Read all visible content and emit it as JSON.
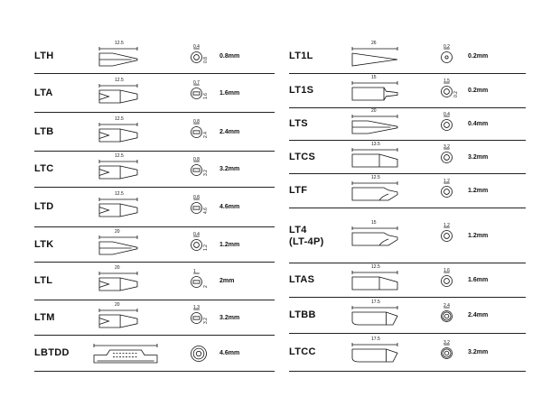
{
  "left_column": [
    {
      "code": "LTH",
      "length": "12.5",
      "dims": [
        "0.4",
        "0.8"
      ],
      "size": "0.8mm",
      "shape": "conical",
      "end": "ring"
    },
    {
      "code": "LTA",
      "length": "12.5",
      "dims": [
        "0.7",
        "1.6"
      ],
      "size": "1.6mm",
      "shape": "chisel",
      "end": "slot"
    },
    {
      "code": "LTB",
      "length": "12.5",
      "dims": [
        "0.8",
        "2.4"
      ],
      "size": "2.4mm",
      "shape": "chisel",
      "end": "slot"
    },
    {
      "code": "LTC",
      "length": "12.5",
      "dims": [
        "0.8",
        "3.2"
      ],
      "size": "3.2mm",
      "shape": "chisel",
      "end": "slot"
    },
    {
      "code": "LTD",
      "length": "12.5",
      "dims": [
        "0.8",
        "4.6"
      ],
      "size": "4.6mm",
      "shape": "chisel",
      "end": "slot"
    },
    {
      "code": "LTK",
      "length": "20",
      "dims": [
        "0.4",
        "1.2"
      ],
      "size": "1.2mm",
      "shape": "long-conical",
      "end": "ring"
    },
    {
      "code": "LTL",
      "length": "20",
      "dims": [
        "1",
        "2"
      ],
      "size": "2mm",
      "shape": "long-chisel",
      "end": "slot"
    },
    {
      "code": "LTM",
      "length": "20",
      "dims": [
        "1.3",
        "3.2"
      ],
      "size": "3.2mm",
      "shape": "long-chisel",
      "end": "slot"
    },
    {
      "code": "LBTDD",
      "length": "",
      "dims": [
        "",
        ""
      ],
      "size": "4.6mm",
      "shape": "block",
      "end": "concentric"
    }
  ],
  "right_column": [
    {
      "code": "LT1L",
      "alt": "",
      "length": "26",
      "dims": [
        "0.2",
        ""
      ],
      "size": "0.2mm",
      "shape": "needle",
      "end": "dot"
    },
    {
      "code": "LT1S",
      "alt": "",
      "length": "15",
      "dims": [
        "1.5",
        "0.2"
      ],
      "size": "0.2mm",
      "shape": "short-needle",
      "end": "ring"
    },
    {
      "code": "LTS",
      "alt": "",
      "length": "20",
      "dims": [
        "0.4",
        ""
      ],
      "size": "0.4mm",
      "shape": "long-conical",
      "end": "ring"
    },
    {
      "code": "LTCS",
      "alt": "",
      "length": "13.5",
      "dims": [
        "3.2",
        ""
      ],
      "size": "3.2mm",
      "shape": "bevel",
      "end": "ring"
    },
    {
      "code": "LTF",
      "alt": "",
      "length": "12.5",
      "dims": [
        "1.2",
        ""
      ],
      "size": "1.2mm",
      "shape": "bent-needle",
      "end": "ring"
    },
    {
      "code": "LT4",
      "alt": "(LT-4P)",
      "length": "15",
      "dims": [
        "1.2",
        ""
      ],
      "size": "1.2mm",
      "shape": "bent-needle",
      "end": "ring"
    },
    {
      "code": "LTAS",
      "alt": "",
      "length": "12.5",
      "dims": [
        "1.6",
        ""
      ],
      "size": "1.6mm",
      "shape": "bevel",
      "end": "ring"
    },
    {
      "code": "LTBB",
      "alt": "",
      "length": "17.5",
      "dims": [
        "2.4",
        ""
      ],
      "size": "2.4mm",
      "shape": "bent-bevel",
      "end": "double-ring"
    },
    {
      "code": "LTCC",
      "alt": "",
      "length": "17.5",
      "dims": [
        "3.2",
        ""
      ],
      "size": "3.2mm",
      "shape": "bent-bevel",
      "end": "double-ring"
    }
  ]
}
